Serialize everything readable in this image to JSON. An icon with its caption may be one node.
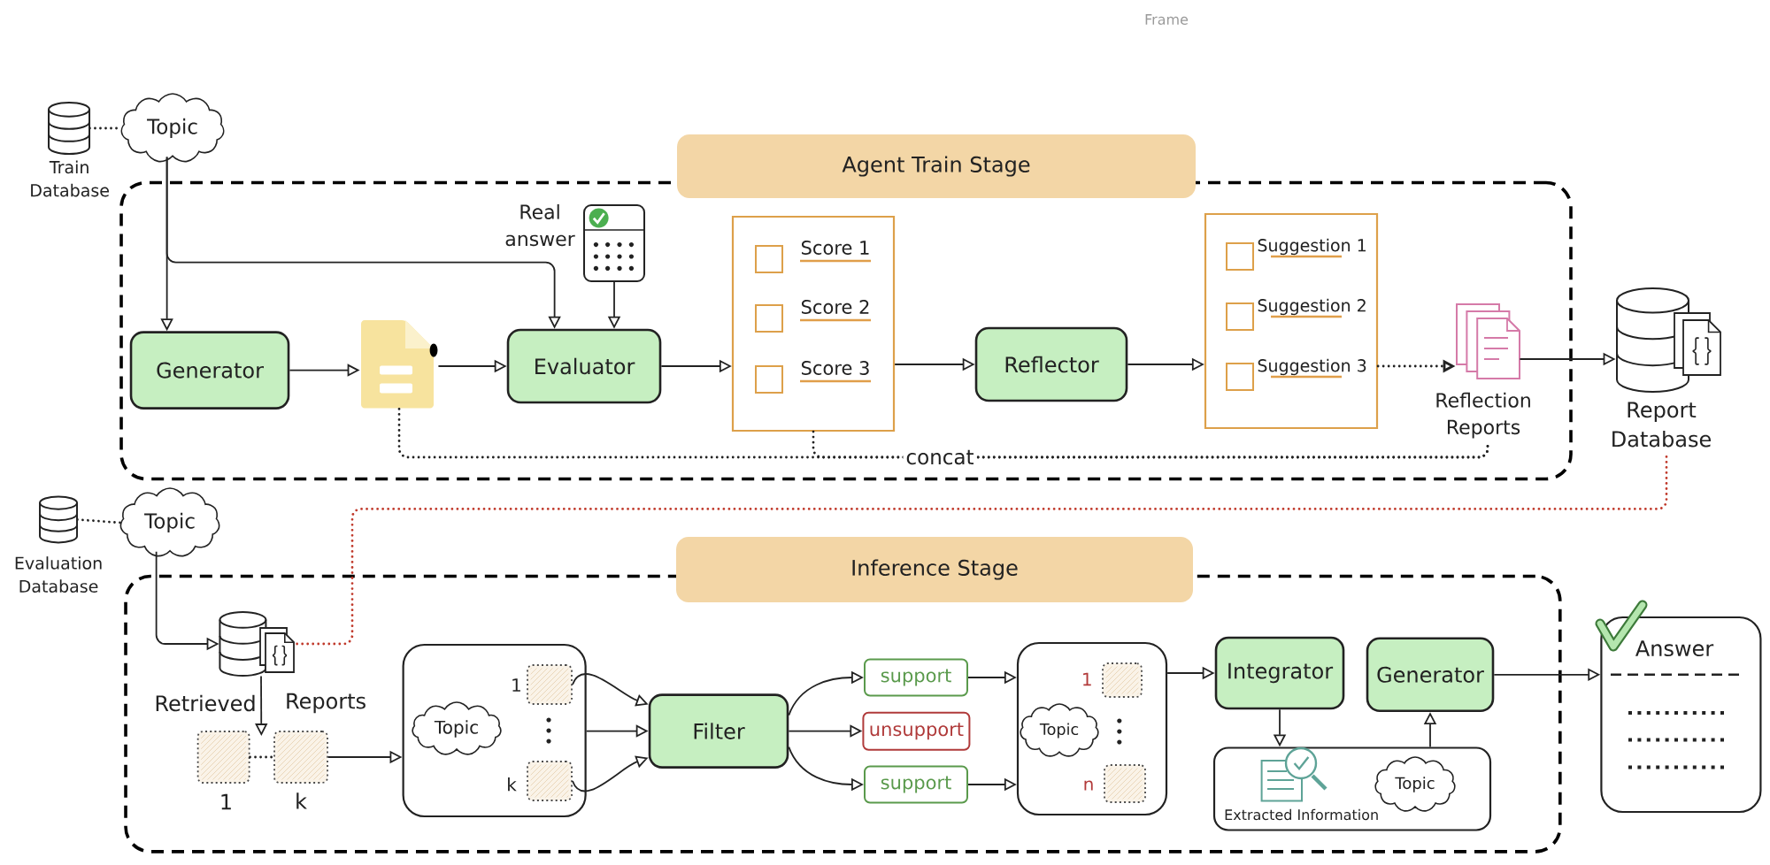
{
  "diagram": {
    "nodes": [
      {
        "text": [],
        "shape": "cylinder",
        "beside": [
          "Train Database"
        ]
      },
      {
        "text": [
          "Topic"
        ]
      },
      {
        "text": [
          "Agent Train Stage"
        ]
      },
      {
        "text": [
          "Generator"
        ],
        "in": 2
      },
      {
        "text": [],
        "shape": "document",
        "in": 2
      },
      {
        "text": [],
        "shape": "picture",
        "beside": [
          "Real answer"
        ],
        "in": 2
      },
      {
        "text": [
          "Evaluator"
        ],
        "in": 2
      },
      {
        "text": [
          "Score 1",
          "Score 2",
          "Score 3"
        ],
        "in": 2
      },
      {
        "text": [
          "Reflector"
        ],
        "in": 2
      },
      {
        "text": [
          "Suggestion 1",
          "Suggestion 2",
          "Suggestion 3"
        ],
        "in": 2
      },
      {
        "text": [],
        "shape": "document",
        "beside": [
          "Reflection Reports"
        ],
        "in": 2
      },
      {
        "text": [],
        "shape": "cylinder",
        "beside": [
          "Report Database"
        ]
      },
      {
        "text": [],
        "shape": "cylinder",
        "beside": [
          "Evaluation Database"
        ]
      },
      {
        "text": [
          "Topic"
        ]
      },
      {
        "text": [
          "Inference Stage"
        ]
      },
      {
        "text": [],
        "shape": "cylinder",
        "beside": [
          "Retrieved",
          "Reports"
        ],
        "in": 14
      },
      {
        "text": [],
        "shape": "box",
        "beside": [
          "1"
        ],
        "in": 14
      },
      {
        "text": [],
        "shape": "box",
        "beside": [
          "k"
        ],
        "in": 14
      },
      {
        "text": [],
        "shape": "box",
        "in": 14
      },
      {
        "text": [
          "Topic"
        ],
        "in": 18
      },
      {
        "text": [],
        "shape": "box",
        "beside": [
          "1"
        ],
        "in": 18
      },
      {
        "text": [],
        "shape": "box",
        "beside": [
          "k"
        ],
        "in": 18
      },
      {
        "text": [
          "Filter"
        ],
        "in": 14
      },
      {
        "text": [
          "support"
        ],
        "in": 14
      },
      {
        "text": [
          "unsupport"
        ],
        "in": 14
      },
      {
        "text": [
          "support"
        ],
        "in": 14
      },
      {
        "text": [],
        "shape": "box",
        "in": 14
      },
      {
        "text": [
          "Topic"
        ],
        "in": 26
      },
      {
        "text": [],
        "shape": "box",
        "beside": [
          "1"
        ],
        "in": 26
      },
      {
        "text": [],
        "shape": "box",
        "beside": [
          "n"
        ],
        "in": 26
      },
      {
        "text": [
          "Integrator"
        ],
        "in": 14
      },
      {
        "text": [
          "Generator"
        ],
        "in": 14
      },
      {
        "text": [],
        "shape": "box",
        "in": 14
      },
      {
        "text": [],
        "shape": "picture",
        "beside": [
          "Extracted Information"
        ],
        "in": 32
      },
      {
        "text": [
          "Topic"
        ],
        "in": 32
      },
      {
        "text": [
          "Answer"
        ]
      }
    ],
    "edges": [
      {
        "from": 0,
        "to": 1,
        "arrow": "none",
        "style": "dashed"
      },
      {
        "from": 1,
        "to": 3,
        "arrow": "to"
      },
      {
        "from": 1,
        "to": 6,
        "arrow": "to"
      },
      {
        "from": 5,
        "to": 6,
        "arrow": "to"
      },
      {
        "from": 3,
        "to": 4,
        "arrow": "to"
      },
      {
        "from": 4,
        "to": 6,
        "arrow": "to"
      },
      {
        "from": 6,
        "to": 7,
        "arrow": "to"
      },
      {
        "from": 7,
        "to": 8,
        "arrow": "to"
      },
      {
        "from": 8,
        "to": 9,
        "arrow": "to"
      },
      {
        "from": 9,
        "to": 10,
        "arrow": "to",
        "style": "dashed"
      },
      {
        "from": 10,
        "to": 11,
        "arrow": "to"
      },
      {
        "from": 4,
        "to": 10,
        "arrow": "none",
        "style": "dashed",
        "label": "concat"
      },
      {
        "from": 7,
        "to": 10,
        "arrow": "none",
        "style": "dashed"
      },
      {
        "from": 11,
        "to": 15,
        "arrow": "none",
        "style": "dashed",
        "color": "#c0392b"
      },
      {
        "from": 12,
        "to": 13,
        "arrow": "none",
        "style": "dashed"
      },
      {
        "from": 13,
        "to": 15,
        "arrow": "to"
      },
      {
        "from": 15,
        "to": 16,
        "arrow": "to"
      },
      {
        "from": 16,
        "to": 17,
        "arrow": "none",
        "style": "dashed"
      },
      {
        "from": 17,
        "to": 18,
        "arrow": "to"
      },
      {
        "from": 20,
        "to": 22,
        "arrow": "to"
      },
      {
        "from": 18,
        "to": 22,
        "arrow": "to"
      },
      {
        "from": 21,
        "to": 22,
        "arrow": "to"
      },
      {
        "from": 22,
        "to": 23,
        "arrow": "to"
      },
      {
        "from": 22,
        "to": 24,
        "arrow": "to"
      },
      {
        "from": 22,
        "to": 25,
        "arrow": "to"
      },
      {
        "from": 23,
        "to": 26,
        "arrow": "to"
      },
      {
        "from": 25,
        "to": 26,
        "arrow": "to"
      },
      {
        "from": 26,
        "to": 30,
        "arrow": "to"
      },
      {
        "from": 30,
        "to": 32,
        "arrow": "to"
      },
      {
        "from": 32,
        "to": 31,
        "arrow": "to"
      },
      {
        "from": 31,
        "to": 35,
        "arrow": "to"
      }
    ],
    "labels": [
      "Frame"
    ]
  }
}
